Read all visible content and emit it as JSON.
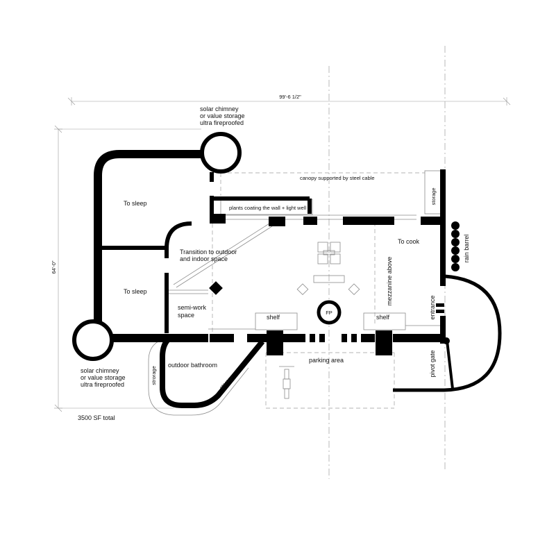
{
  "dimensions": {
    "width_label": "99'-6 1/2\"",
    "height_label": "64'-0\""
  },
  "rooms": {
    "sleep_top": "To sleep",
    "sleep_bottom": "To sleep",
    "transition_line1": "Transition to outdoor",
    "transition_line2": "and indoor space",
    "semi_work_line1": "semi-work",
    "semi_work_line2": "space",
    "outdoor_bathroom": "outdoor bathroom",
    "cook": "To cook",
    "mezzanine": "mezzanine above",
    "entrance": "entrance",
    "pivot_gate": "pivot gate",
    "parking": "parking area",
    "shelf_left": "shelf",
    "shelf_right": "shelf",
    "fireplace": "FP",
    "storage_top": "storage",
    "storage_left": "strorage",
    "storage_diag": "storage",
    "rain_barrel": "rain barrel",
    "plants": "plants coating the wall + light well",
    "canopy": "canopy supported by steel cable"
  },
  "chimney_top": {
    "line1": "solar chimney",
    "line2": "or value storage",
    "line3": "ultra fireproofed"
  },
  "chimney_bottom": {
    "line1": "solar chimney",
    "line2": "or value storage",
    "line3": "ultra fireproofed"
  },
  "total": "3500 SF total"
}
